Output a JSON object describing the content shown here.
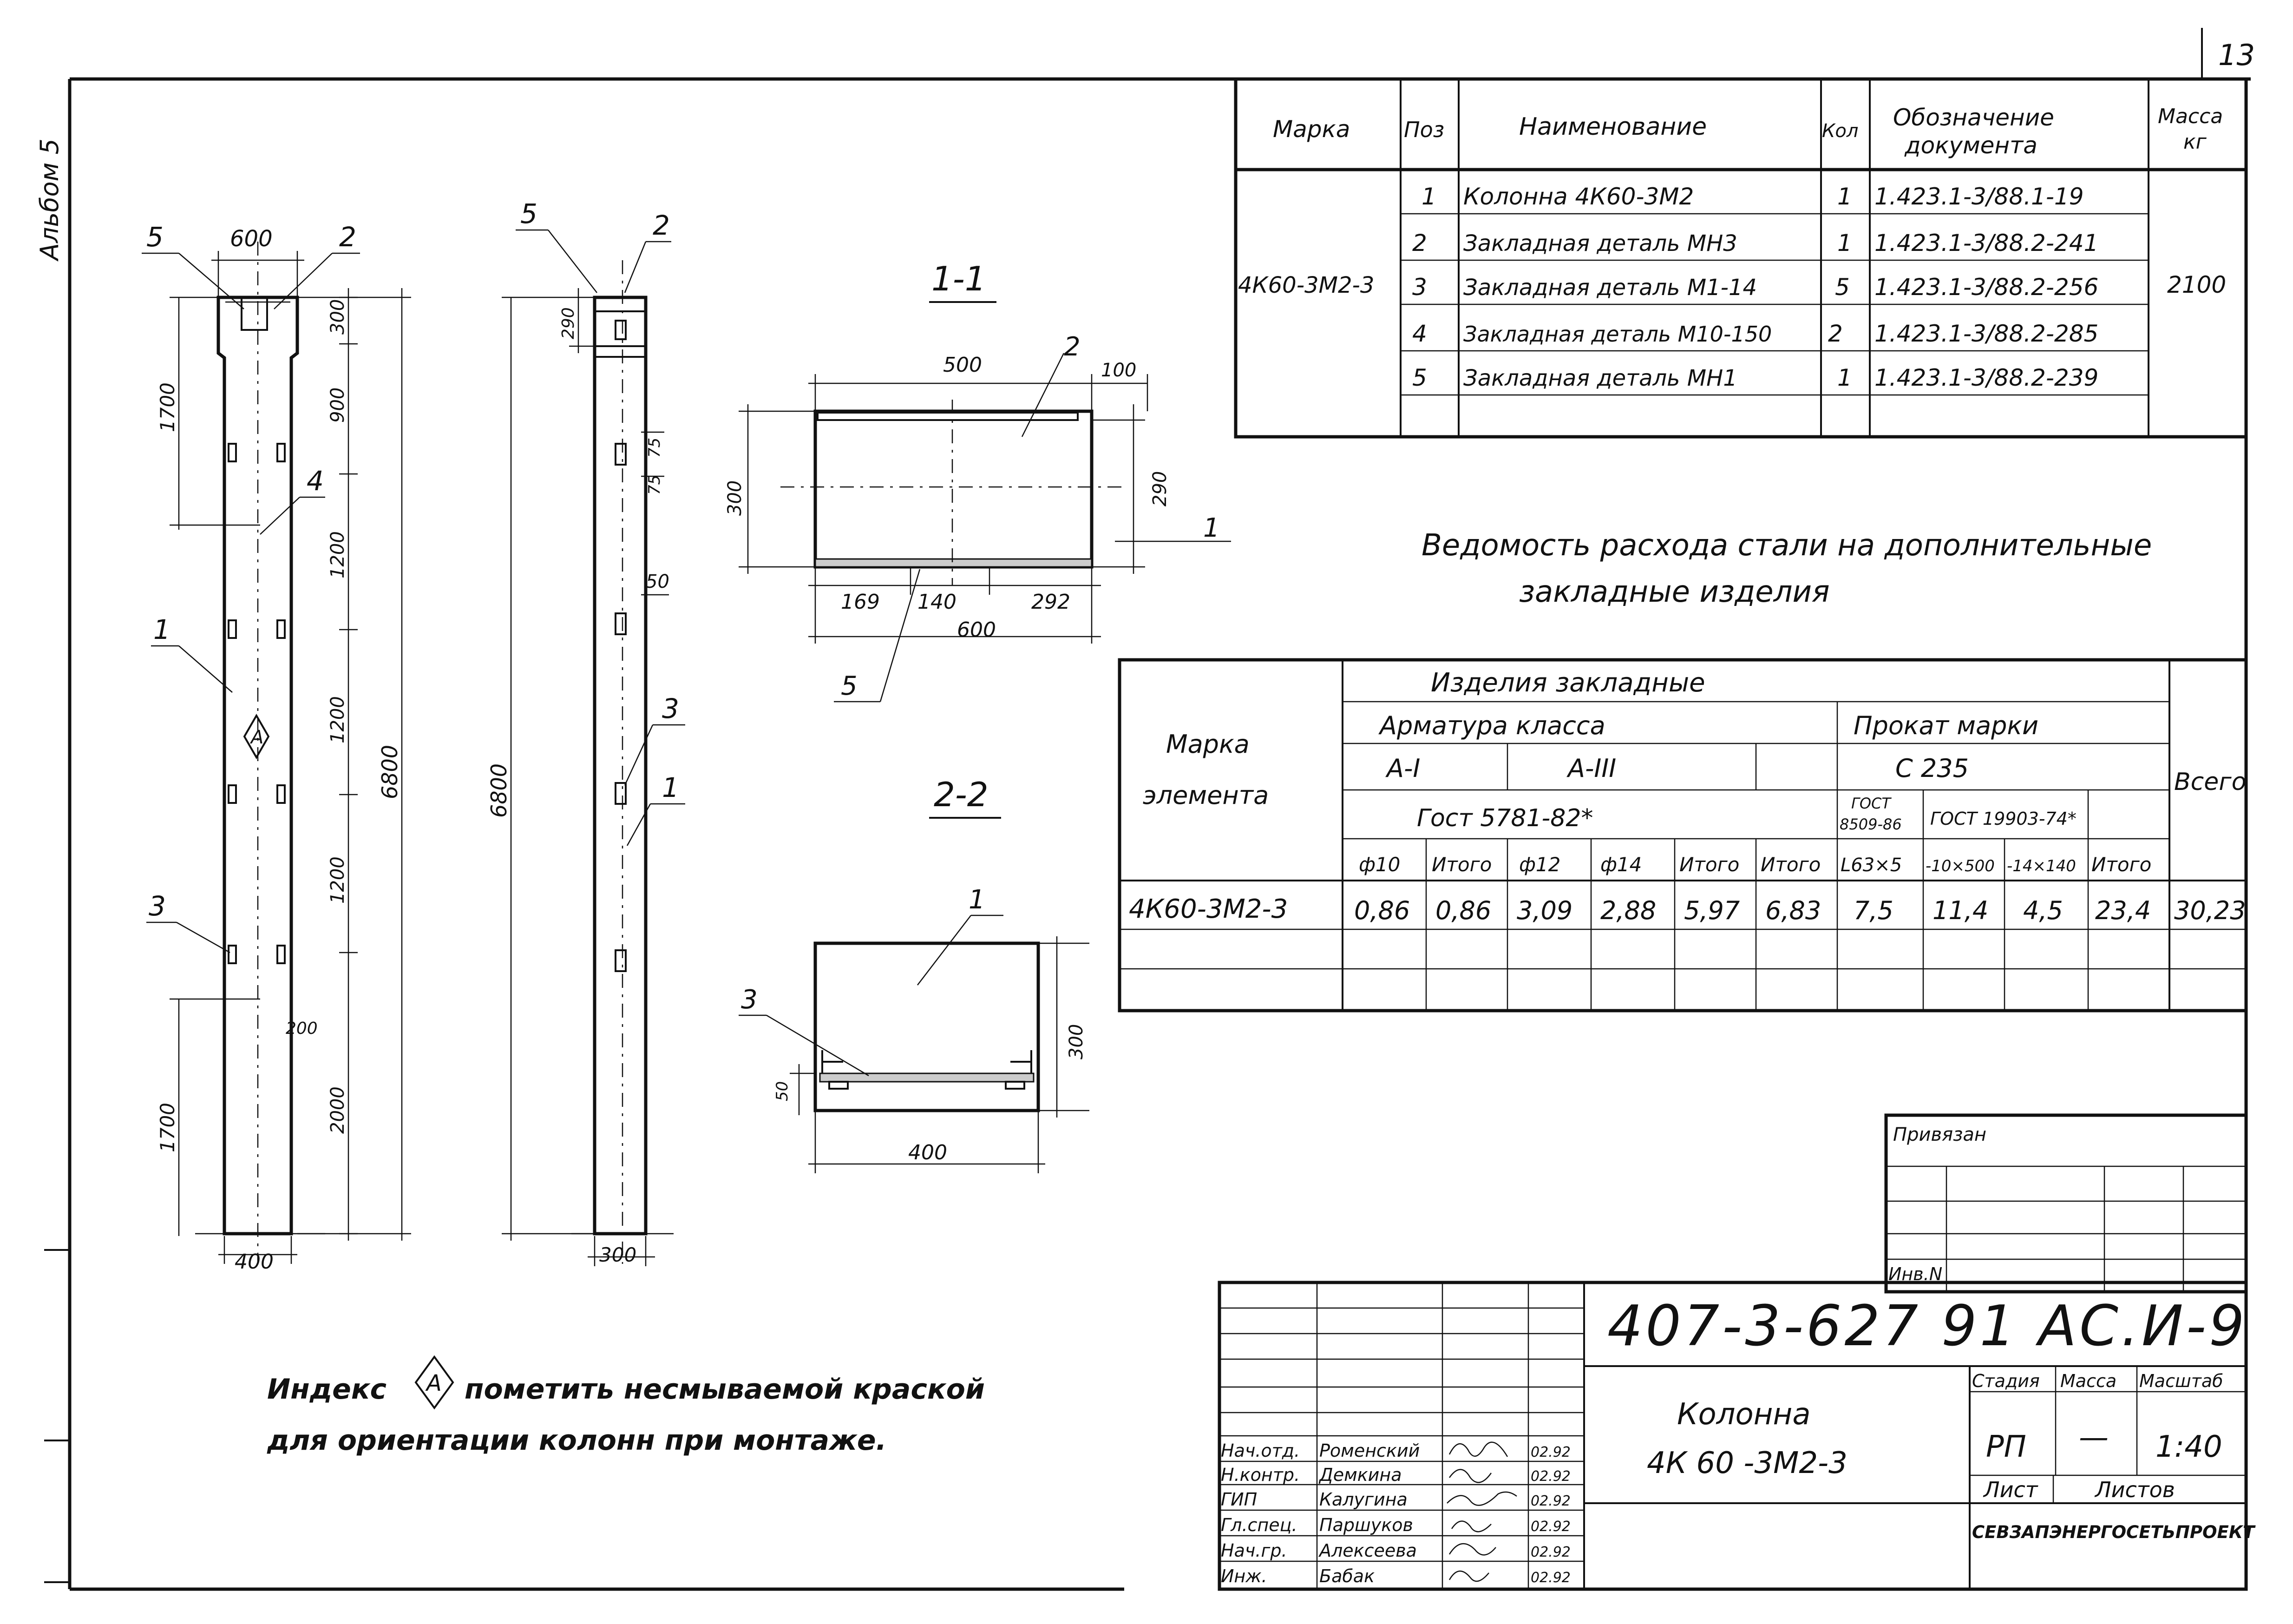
{
  "sheet": {
    "page_number": "13",
    "album_label": "Альбом 5"
  },
  "spec_table": {
    "headers": {
      "mark": "Марка",
      "pos": "Поз",
      "name": "Наименование",
      "qty": "Кол",
      "doc_line1": "Обозначение",
      "doc_line2": "документа",
      "mass_line1": "Масса",
      "mass_line2": "кг"
    },
    "mark": "4К60-3М2-3",
    "mass": "2100",
    "rows": [
      {
        "pos": "1",
        "name": "Колонна 4К60-3М2",
        "qty": "1",
        "doc": "1.423.1-3/88.1-19"
      },
      {
        "pos": "2",
        "name": "Закладная деталь МН3",
        "qty": "1",
        "doc": "1.423.1-3/88.2-241"
      },
      {
        "pos": "3",
        "name": "Закладная деталь М1-14",
        "qty": "5",
        "doc": "1.423.1-3/88.2-256"
      },
      {
        "pos": "4",
        "name": "Закладная деталь М10-150",
        "qty": "2",
        "doc": "1.423.1-3/88.2-285"
      },
      {
        "pos": "5",
        "name": "Закладная деталь МН1",
        "qty": "1",
        "doc": "1.423.1-3/88.2-239"
      }
    ]
  },
  "steel_sheet": {
    "title_line1": "Ведомость расхода стали на дополнительные",
    "title_line2": "закладные изделия",
    "headers": {
      "mark_line1": "Марка",
      "mark_line2": "элемента",
      "items": "Изделия закладные",
      "rebar": "Арматура класса",
      "a1": "А-I",
      "a3": "А-III",
      "gost_rebar": "Гост 5781-82*",
      "rolled": "Прокат марки",
      "c235": "С 235",
      "gost8509_l1": "ГОСТ",
      "gost8509_l2": "8509-86",
      "gost19903": "ГОСТ 19903-74*",
      "total": "Всего",
      "cols": [
        "ф10",
        "Итого",
        "ф12",
        "ф14",
        "Итого",
        "Итого",
        "L63×5",
        "-10×500",
        "-14×140",
        "Итого"
      ]
    },
    "row": {
      "mark": "4К60-3М2-3",
      "values": [
        "0,86",
        "0,86",
        "3,09",
        "2,88",
        "5,97",
        "6,83",
        "7,5",
        "11,4",
        "4,5",
        "23,4"
      ],
      "total": "30,23"
    }
  },
  "views": {
    "section_1_1": "1-1",
    "section_2_2": "2-2",
    "marker_A": "А",
    "front": {
      "dims": [
        "600",
        "300",
        "900",
        "1200",
        "1200",
        "1200",
        "2000",
        "1700",
        "1700",
        "400",
        "6800",
        "200"
      ],
      "callouts": [
        "5",
        "2",
        "4",
        "1",
        "3"
      ]
    },
    "side": {
      "dims": [
        "290",
        "75",
        "75",
        "50",
        "6800",
        "300"
      ],
      "callouts": [
        "5",
        "2",
        "3",
        "1"
      ]
    },
    "sec11": {
      "dims": [
        "500",
        "100",
        "300",
        "290",
        "169",
        "140",
        "292",
        "600"
      ],
      "callouts": [
        "2",
        "1",
        "5"
      ]
    },
    "sec22": {
      "dims": [
        "300",
        "50",
        "400"
      ],
      "callouts": [
        "1",
        "3"
      ]
    }
  },
  "note": {
    "line1_before": "Индекс",
    "marker": "А",
    "line1_after": "пометить несмываемой краской",
    "line2": "для ориентации колонн при монтаже."
  },
  "title_block": {
    "privyazan": "Привязан",
    "inv": "Инв.N",
    "code": "407-3-627 91 АС.И-9",
    "name_line1": "Колонна",
    "name_line2": "4К 60 -3М2-3",
    "stage_label": "Стадия",
    "mass_label": "Масса",
    "scale_label": "Масштаб",
    "stage": "РП",
    "mass": "—",
    "scale": "1:40",
    "sheet_label": "Лист",
    "sheets_label": "Листов",
    "org": "СЕВЗАПЭНЕРГОСЕТЬПРОЕКТ",
    "signatures": [
      {
        "role": "Нач.отд.",
        "name": "Роменский",
        "date": "02.92"
      },
      {
        "role": "Н.контр.",
        "name": "Демкина",
        "date": "02.92"
      },
      {
        "role": "ГИП",
        "name": "Калугина",
        "date": "02.92"
      },
      {
        "role": "Гл.спец.",
        "name": "Паршуков",
        "date": "02.92"
      },
      {
        "role": "Нач.гр.",
        "name": "Алексеева",
        "date": "02.92"
      },
      {
        "role": "Инж.",
        "name": "Бабак",
        "date": "02.92"
      }
    ]
  }
}
